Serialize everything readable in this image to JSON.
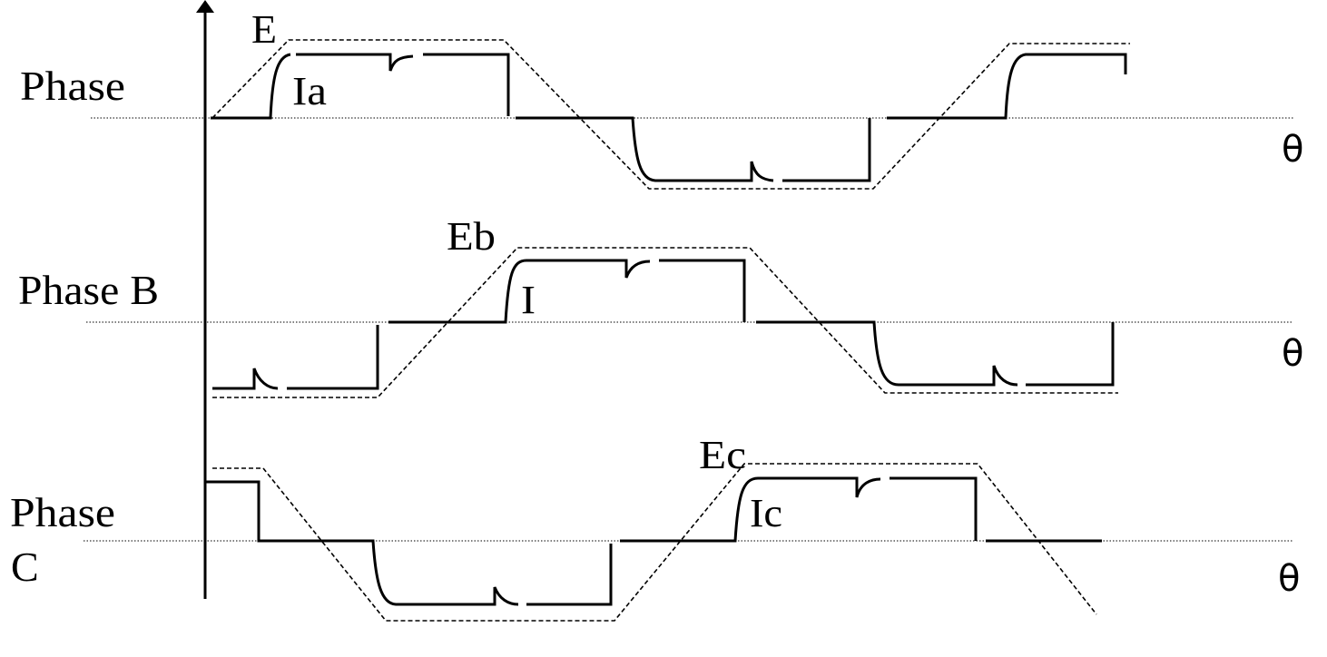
{
  "diagram": {
    "phase_a": {
      "label": "Phase",
      "emf_label": "E",
      "current_label": "Ia",
      "axis_label": "θ"
    },
    "phase_b": {
      "label": "Phase B",
      "emf_label": "Eb",
      "current_label": "I",
      "axis_label": "θ"
    },
    "phase_c": {
      "label": "Phase",
      "label_clipped": "C",
      "emf_label": "Ec",
      "current_label": "Ic",
      "axis_label": "θ"
    }
  }
}
